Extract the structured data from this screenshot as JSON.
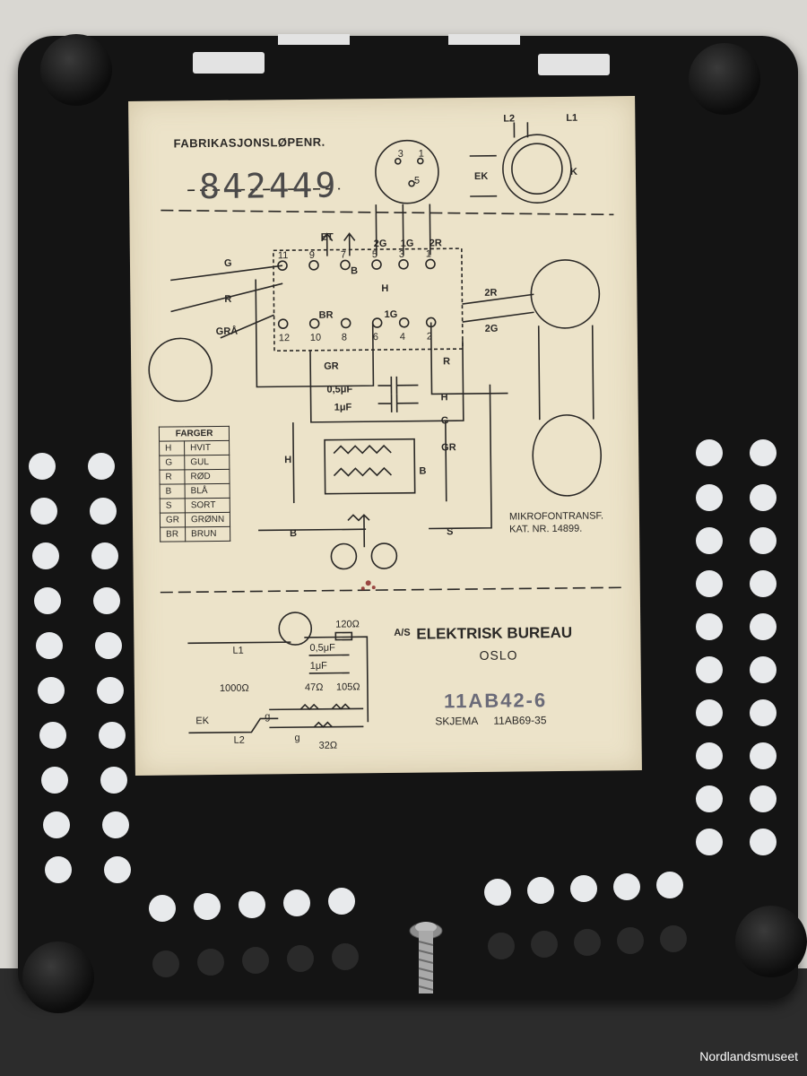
{
  "photo": {
    "watermark": "Nordlandsmuseet",
    "colors": {
      "plate": "#141414",
      "paper": "#ece3c9",
      "ink": "#2a2826",
      "stamp": "#6a6a78"
    }
  },
  "diagram": {
    "serial_header": "FABRIKASJONSLØPENR.",
    "serial_number": "842449",
    "terminal_labels": [
      "11",
      "9",
      "7",
      "5",
      "3",
      "1",
      "12",
      "10",
      "8",
      "6",
      "4",
      "2"
    ],
    "wire_labels": {
      "g": "G",
      "r": "R",
      "gra": "GRÅ",
      "et": "ET",
      "b": "B",
      "h": "H",
      "br": "BR",
      "two_g": "2G",
      "one_g": "1G",
      "two_r": "2R",
      "one_g_mid": "1G",
      "gr": "GR",
      "s": "S"
    },
    "capacitor_labels": [
      "0,5μF",
      "1μF"
    ],
    "bell_labels": {
      "l2": "L2",
      "l1": "L1",
      "ek": "EK",
      "k": "K"
    },
    "socket_numbers": [
      "3",
      "1",
      "5"
    ],
    "mic_label_1": "MIKROFONTRANSF.",
    "mic_label_2": "KAT. NR. 14899.",
    "legend": {
      "title": "FARGER",
      "rows": [
        {
          "code": "H",
          "name": "HVIT"
        },
        {
          "code": "G",
          "name": "GUL"
        },
        {
          "code": "R",
          "name": "RØD"
        },
        {
          "code": "B",
          "name": "BLÅ"
        },
        {
          "code": "S",
          "name": "SORT"
        },
        {
          "code": "GR",
          "name": "GRØNN"
        },
        {
          "code": "BR",
          "name": "BRUN"
        }
      ]
    },
    "lower": {
      "ohm_120": "120Ω",
      "cap_05": "0,5μF",
      "cap_1": "1μF",
      "ohm_1000": "1000Ω",
      "ohm_47": "47Ω",
      "ohm_105": "105Ω",
      "ohm_32": "32Ω",
      "ek": "EK",
      "l1": "L1",
      "l2": "L2",
      "g1": "g",
      "g2": "g"
    },
    "company_prefix": "A/S",
    "company": "ELEKTRISK BUREAU",
    "city": "OSLO",
    "stamp": "11AB42-6",
    "schema_label": "SKJEMA",
    "schema_number": "11AB69-35"
  }
}
